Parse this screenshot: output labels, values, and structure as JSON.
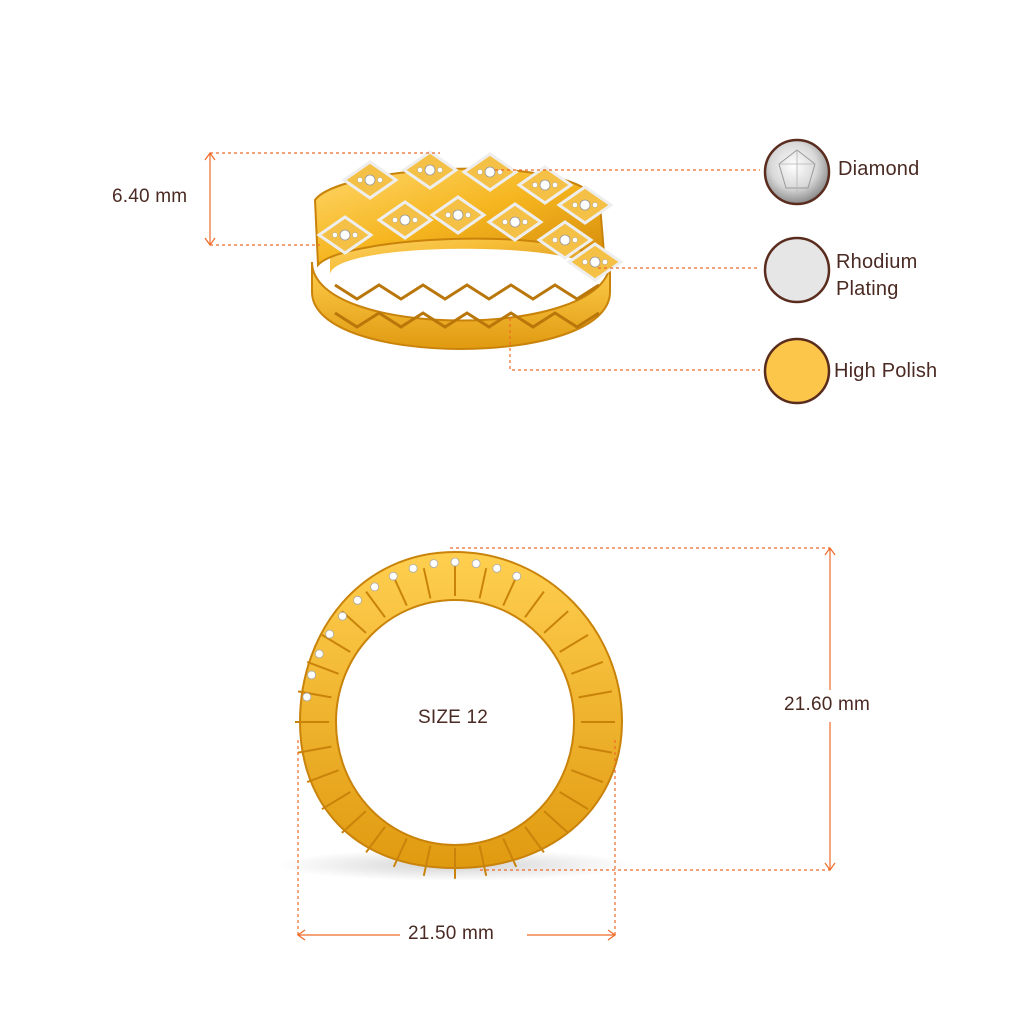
{
  "dimensions": {
    "height": "6.40 mm",
    "inner_height": "21.60 mm",
    "inner_width": "21.50 mm",
    "size": "SIZE 12"
  },
  "legend": {
    "diamond": "Diamond",
    "rhodium_line1": "Rhodium",
    "rhodium_line2": "Plating",
    "polish": "High Polish"
  },
  "colors": {
    "gold": "#f5b51f",
    "gold_dark": "#d48a0a",
    "gold_light": "#ffd76a",
    "rhodium": "#e6e6e6",
    "swatch_gold": "#fbc64a",
    "swatch_border": "#5a2c1e",
    "dim_line": "#f06a28",
    "text": "#4a2a23"
  }
}
